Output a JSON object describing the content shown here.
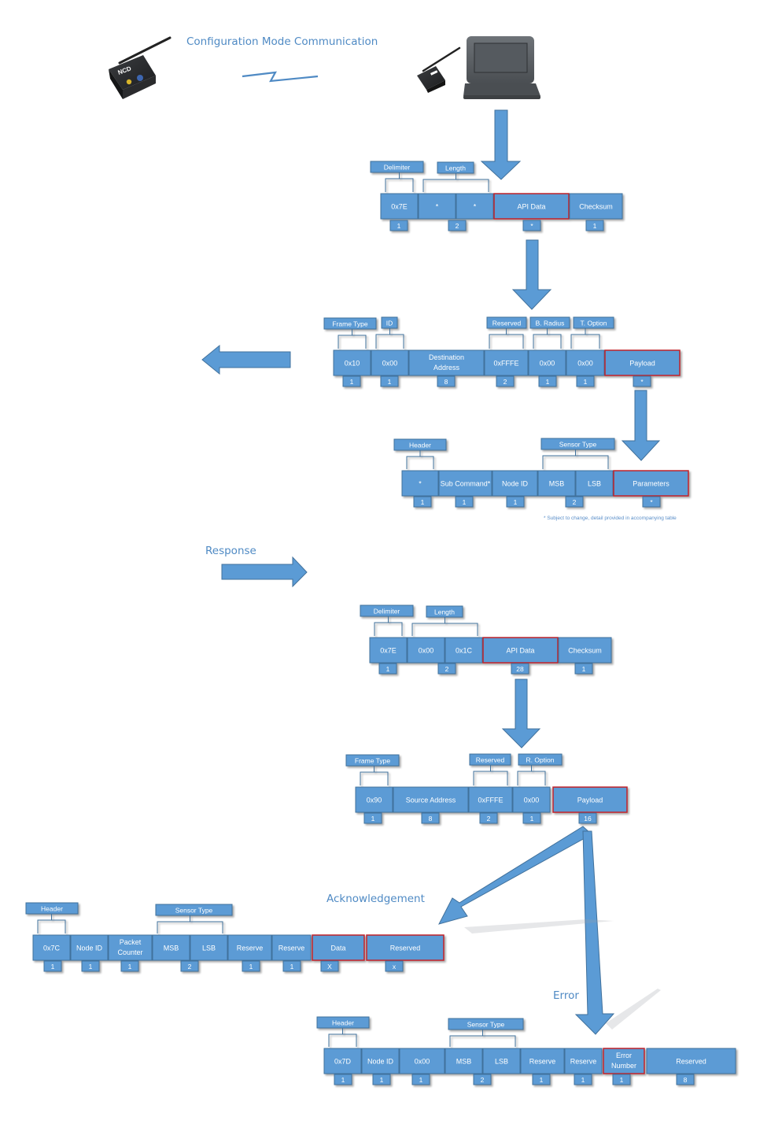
{
  "titles": {
    "config": "Configuration Mode Communication",
    "response": "Response",
    "ack": "Acknowledgement",
    "error": "Error"
  },
  "footnote": "* Subject to change, detail provided in accompanying table",
  "device_logo": "NCD",
  "colors": {
    "cell": "#5b9bd5",
    "cell_border": "#41719c",
    "highlight": "#c0202a",
    "arrow": "#5b9bd5",
    "title": "#4f8ac4"
  },
  "icons": [
    "wireless-sensor-icon",
    "usb-modem-icon",
    "laptop-icon",
    "wireless-link-icon"
  ],
  "frames": [
    {
      "name": "request-api-frame",
      "cells": [
        {
          "label": "0x7E",
          "size": "1"
        },
        {
          "label": "*",
          "size": ""
        },
        {
          "label": "*",
          "size": "2"
        },
        {
          "label": "API Data",
          "size": "*",
          "highlight": true
        },
        {
          "label": "Checksum",
          "size": "1"
        }
      ],
      "groups": [
        "Delimiter",
        "Length"
      ]
    },
    {
      "name": "request-tx-frame",
      "cells": [
        {
          "label": "0x10",
          "size": "1"
        },
        {
          "label": "0x00",
          "size": "1"
        },
        {
          "label": "Destination Address",
          "size": "8"
        },
        {
          "label": "0xFFFE",
          "size": "2"
        },
        {
          "label": "0x00",
          "size": "1"
        },
        {
          "label": "0x00",
          "size": "1"
        },
        {
          "label": "Payload",
          "size": "*",
          "highlight": true
        }
      ],
      "groups": [
        "Frame Type",
        "ID",
        "Reserved",
        "B. Radius",
        "T. Option"
      ]
    },
    {
      "name": "request-payload-frame",
      "cells": [
        {
          "label": "*",
          "size": "1"
        },
        {
          "label": "Sub Command*",
          "size": "1"
        },
        {
          "label": "Node ID",
          "size": "1"
        },
        {
          "label": "MSB",
          "size": ""
        },
        {
          "label": "LSB",
          "size": "2"
        },
        {
          "label": "Parameters",
          "size": "*",
          "highlight": true
        }
      ],
      "groups": [
        "Header",
        "Sensor Type"
      ]
    },
    {
      "name": "response-api-frame",
      "cells": [
        {
          "label": "0x7E",
          "size": "1"
        },
        {
          "label": "0x00",
          "size": ""
        },
        {
          "label": "0x1C",
          "size": "2"
        },
        {
          "label": "API Data",
          "size": "28",
          "highlight": true
        },
        {
          "label": "Checksum",
          "size": "1"
        }
      ],
      "groups": [
        "Delimiter",
        "Length"
      ]
    },
    {
      "name": "response-rx-frame",
      "cells": [
        {
          "label": "0x90",
          "size": "1"
        },
        {
          "label": "Source Address",
          "size": "8"
        },
        {
          "label": "0xFFFE",
          "size": "2"
        },
        {
          "label": "0x00",
          "size": "1"
        },
        {
          "label": "Payload",
          "size": "16",
          "highlight": true
        }
      ],
      "groups": [
        "Frame Type",
        "Reserved",
        "R. Option"
      ]
    },
    {
      "name": "ack-frame",
      "cells": [
        {
          "label": "0x7C",
          "size": "1"
        },
        {
          "label": "Node ID",
          "size": "1"
        },
        {
          "label": "Packet Counter",
          "size": "1"
        },
        {
          "label": "MSB",
          "size": ""
        },
        {
          "label": "LSB",
          "size": "2"
        },
        {
          "label": "Reserve",
          "size": "1"
        },
        {
          "label": "Reserve",
          "size": "1"
        },
        {
          "label": "Data",
          "size": "X",
          "highlight": true
        },
        {
          "label": "Reserved",
          "size": "x",
          "highlight": true
        }
      ],
      "groups": [
        "Header",
        "Sensor Type"
      ]
    },
    {
      "name": "error-frame",
      "cells": [
        {
          "label": "0x7D",
          "size": "1"
        },
        {
          "label": "Node ID",
          "size": "1"
        },
        {
          "label": "0x00",
          "size": "1"
        },
        {
          "label": "MSB",
          "size": ""
        },
        {
          "label": "LSB",
          "size": "2"
        },
        {
          "label": "Reserve",
          "size": "1"
        },
        {
          "label": "Reserve",
          "size": "1"
        },
        {
          "label": "Error Number",
          "size": "1",
          "highlight": true
        },
        {
          "label": "Reserved",
          "size": "8"
        }
      ],
      "groups": [
        "Header",
        "Sensor Type"
      ]
    }
  ]
}
